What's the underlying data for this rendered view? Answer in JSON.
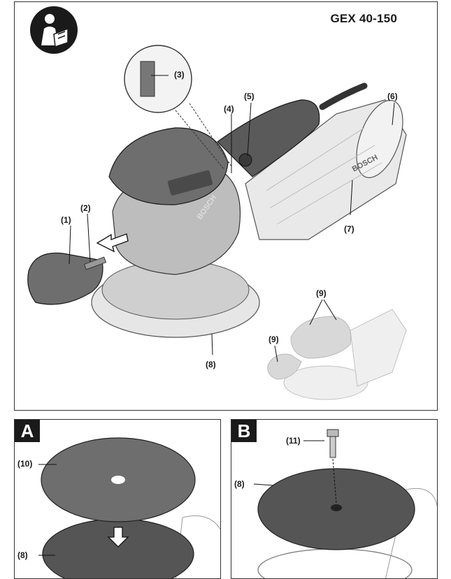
{
  "header": {
    "model": "GEX 40-150",
    "manual_icon": "read-manual-icon"
  },
  "main_figure": {
    "callouts": {
      "c1": "(1)",
      "c2": "(2)",
      "c3": "(3)",
      "c4": "(4)",
      "c5": "(5)",
      "c6": "(6)",
      "c7": "(7)",
      "c8": "(8)",
      "c9a": "(9)",
      "c9b": "(9)"
    },
    "brand_text": "BOSCH"
  },
  "panel_a": {
    "letter": "A",
    "callouts": {
      "c10": "(10)",
      "c8": "(8)"
    }
  },
  "panel_b": {
    "letter": "B",
    "callouts": {
      "c11": "(11)",
      "c8": "(8)"
    }
  },
  "colors": {
    "tool_gray": "#6e6e6e",
    "dark_gray": "#4a4a4a",
    "light_gray": "#d9d9d9",
    "pad_gray": "#e6e6e6",
    "outline": "#1a1a1a"
  }
}
